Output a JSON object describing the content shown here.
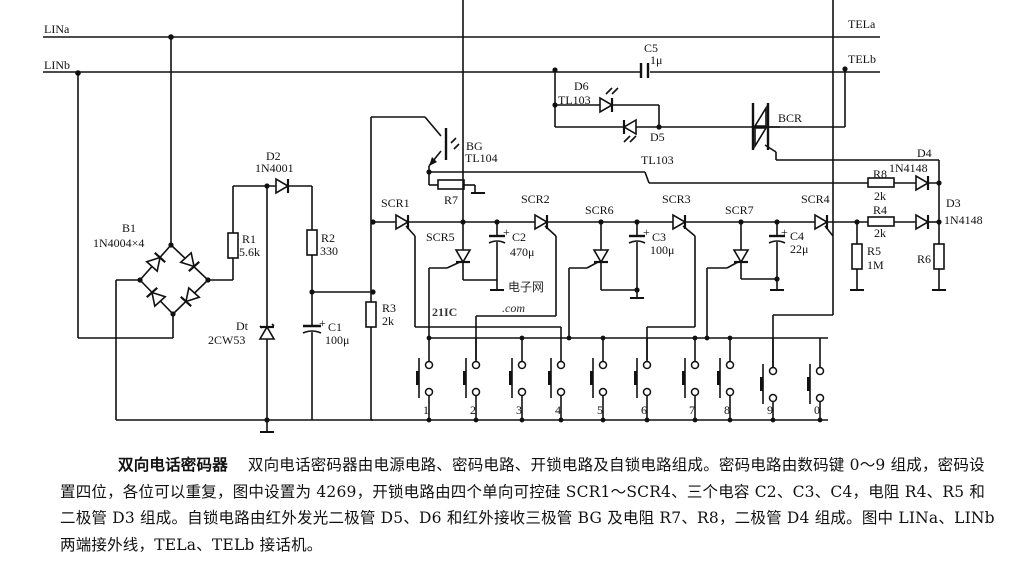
{
  "labels": {
    "lina": "LINa",
    "linb": "LINb",
    "tela": "TELa",
    "telb": "TELb",
    "c5": "C5",
    "c5_val": "1μ",
    "d6": "D6",
    "d6_val": "TL103",
    "d5": "D5",
    "d5_val": "TL103",
    "bcr": "BCR",
    "bg": "BG",
    "bg_val": "TL104",
    "r7": "R7",
    "d2": "D2",
    "d2_val": "1N4001",
    "b1": "B1",
    "b1_val": "1N4004×4",
    "r1": "R1",
    "r1_val": "5.6k",
    "r2": "R2",
    "r2_val": "330",
    "dt": "Dt",
    "dt_val": "2CW53",
    "c1": "C1",
    "c1_val": "100μ",
    "r3": "R3",
    "r3_val": "2k",
    "scr1": "SCR1",
    "scr2": "SCR2",
    "scr3": "SCR3",
    "scr4": "SCR4",
    "scr5": "SCR5",
    "scr6": "SCR6",
    "scr7": "SCR7",
    "c2": "C2",
    "c2_val": "470μ",
    "c3": "C3",
    "c3_val": "100μ",
    "c4": "C4",
    "c4_val": "22μ",
    "r8": "R8",
    "r8_val": "2k",
    "r4": "R4",
    "r4_val": "2k",
    "r5": "R5",
    "r5_val": "1M",
    "r6": "R6",
    "d4": "D4",
    "d4_val": "1N4148",
    "d3": "D3",
    "d3_val": "1N4148",
    "plus": "+"
  },
  "keys": [
    "1",
    "2",
    "3",
    "4",
    "5",
    "6",
    "7",
    "8",
    "9",
    "0"
  ],
  "watermark": {
    "brand": "21IC",
    "cn": "电子网",
    "domain": ".com"
  },
  "caption": {
    "title": "双向电话密码器",
    "body": "双向电话密码器由电源电路、密码电路、开锁电路及自锁电路组成。密码电路由数码键 0～9 组成，密码设置四位，各位可以重复，图中设置为 4269，开锁电路由四个单向可控硅 SCR1～SCR4、三个电容 C2、C3、C4，电阻 R4、R5 和二极管 D3 组成。自锁电路由红外发光二极管 D5、D6 和红外接收三极管 BG 及电阻 R7、R8，二极管 D4 组成。图中 LINa、LINb 两端接外线，TELa、TELb 接话机。"
  }
}
